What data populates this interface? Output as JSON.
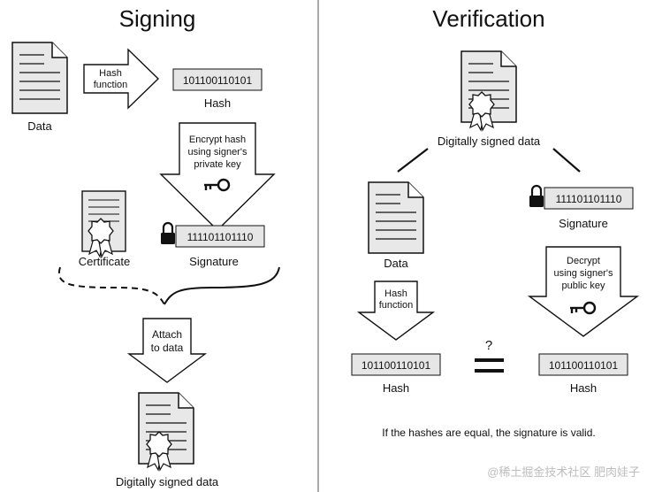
{
  "signing": {
    "title": "Signing",
    "data_label": "Data",
    "hash_arrow": [
      "Hash",
      "function"
    ],
    "hash_value": "101100110101",
    "hash_label": "Hash",
    "encrypt_arrow": [
      "Encrypt hash",
      "using signer's",
      "private key"
    ],
    "certificate_label": "Certificate",
    "signature_value": "111101101110",
    "signature_label": "Signature",
    "attach_arrow": [
      "Attach",
      "to data"
    ],
    "signed_label": "Digitally signed data"
  },
  "verification": {
    "title": "Verification",
    "signed_label": "Digitally signed data",
    "data_label": "Data",
    "signature_value": "111101101110",
    "signature_label": "Signature",
    "hash_arrow": [
      "Hash",
      "function"
    ],
    "decrypt_arrow": [
      "Decrypt",
      "using signer's",
      "public key"
    ],
    "hash_left_value": "101100110101",
    "hash_left_label": "Hash",
    "question": "?",
    "hash_right_value": "101100110101",
    "hash_right_label": "Hash",
    "conclusion": "If the hashes are equal, the signature is valid."
  },
  "watermark": "@稀土掘金技术社区  肥肉娃子",
  "colors": {
    "box_fill": "#e6e6e6",
    "line": "#111111",
    "doc_fill": "#e8e8e8"
  }
}
